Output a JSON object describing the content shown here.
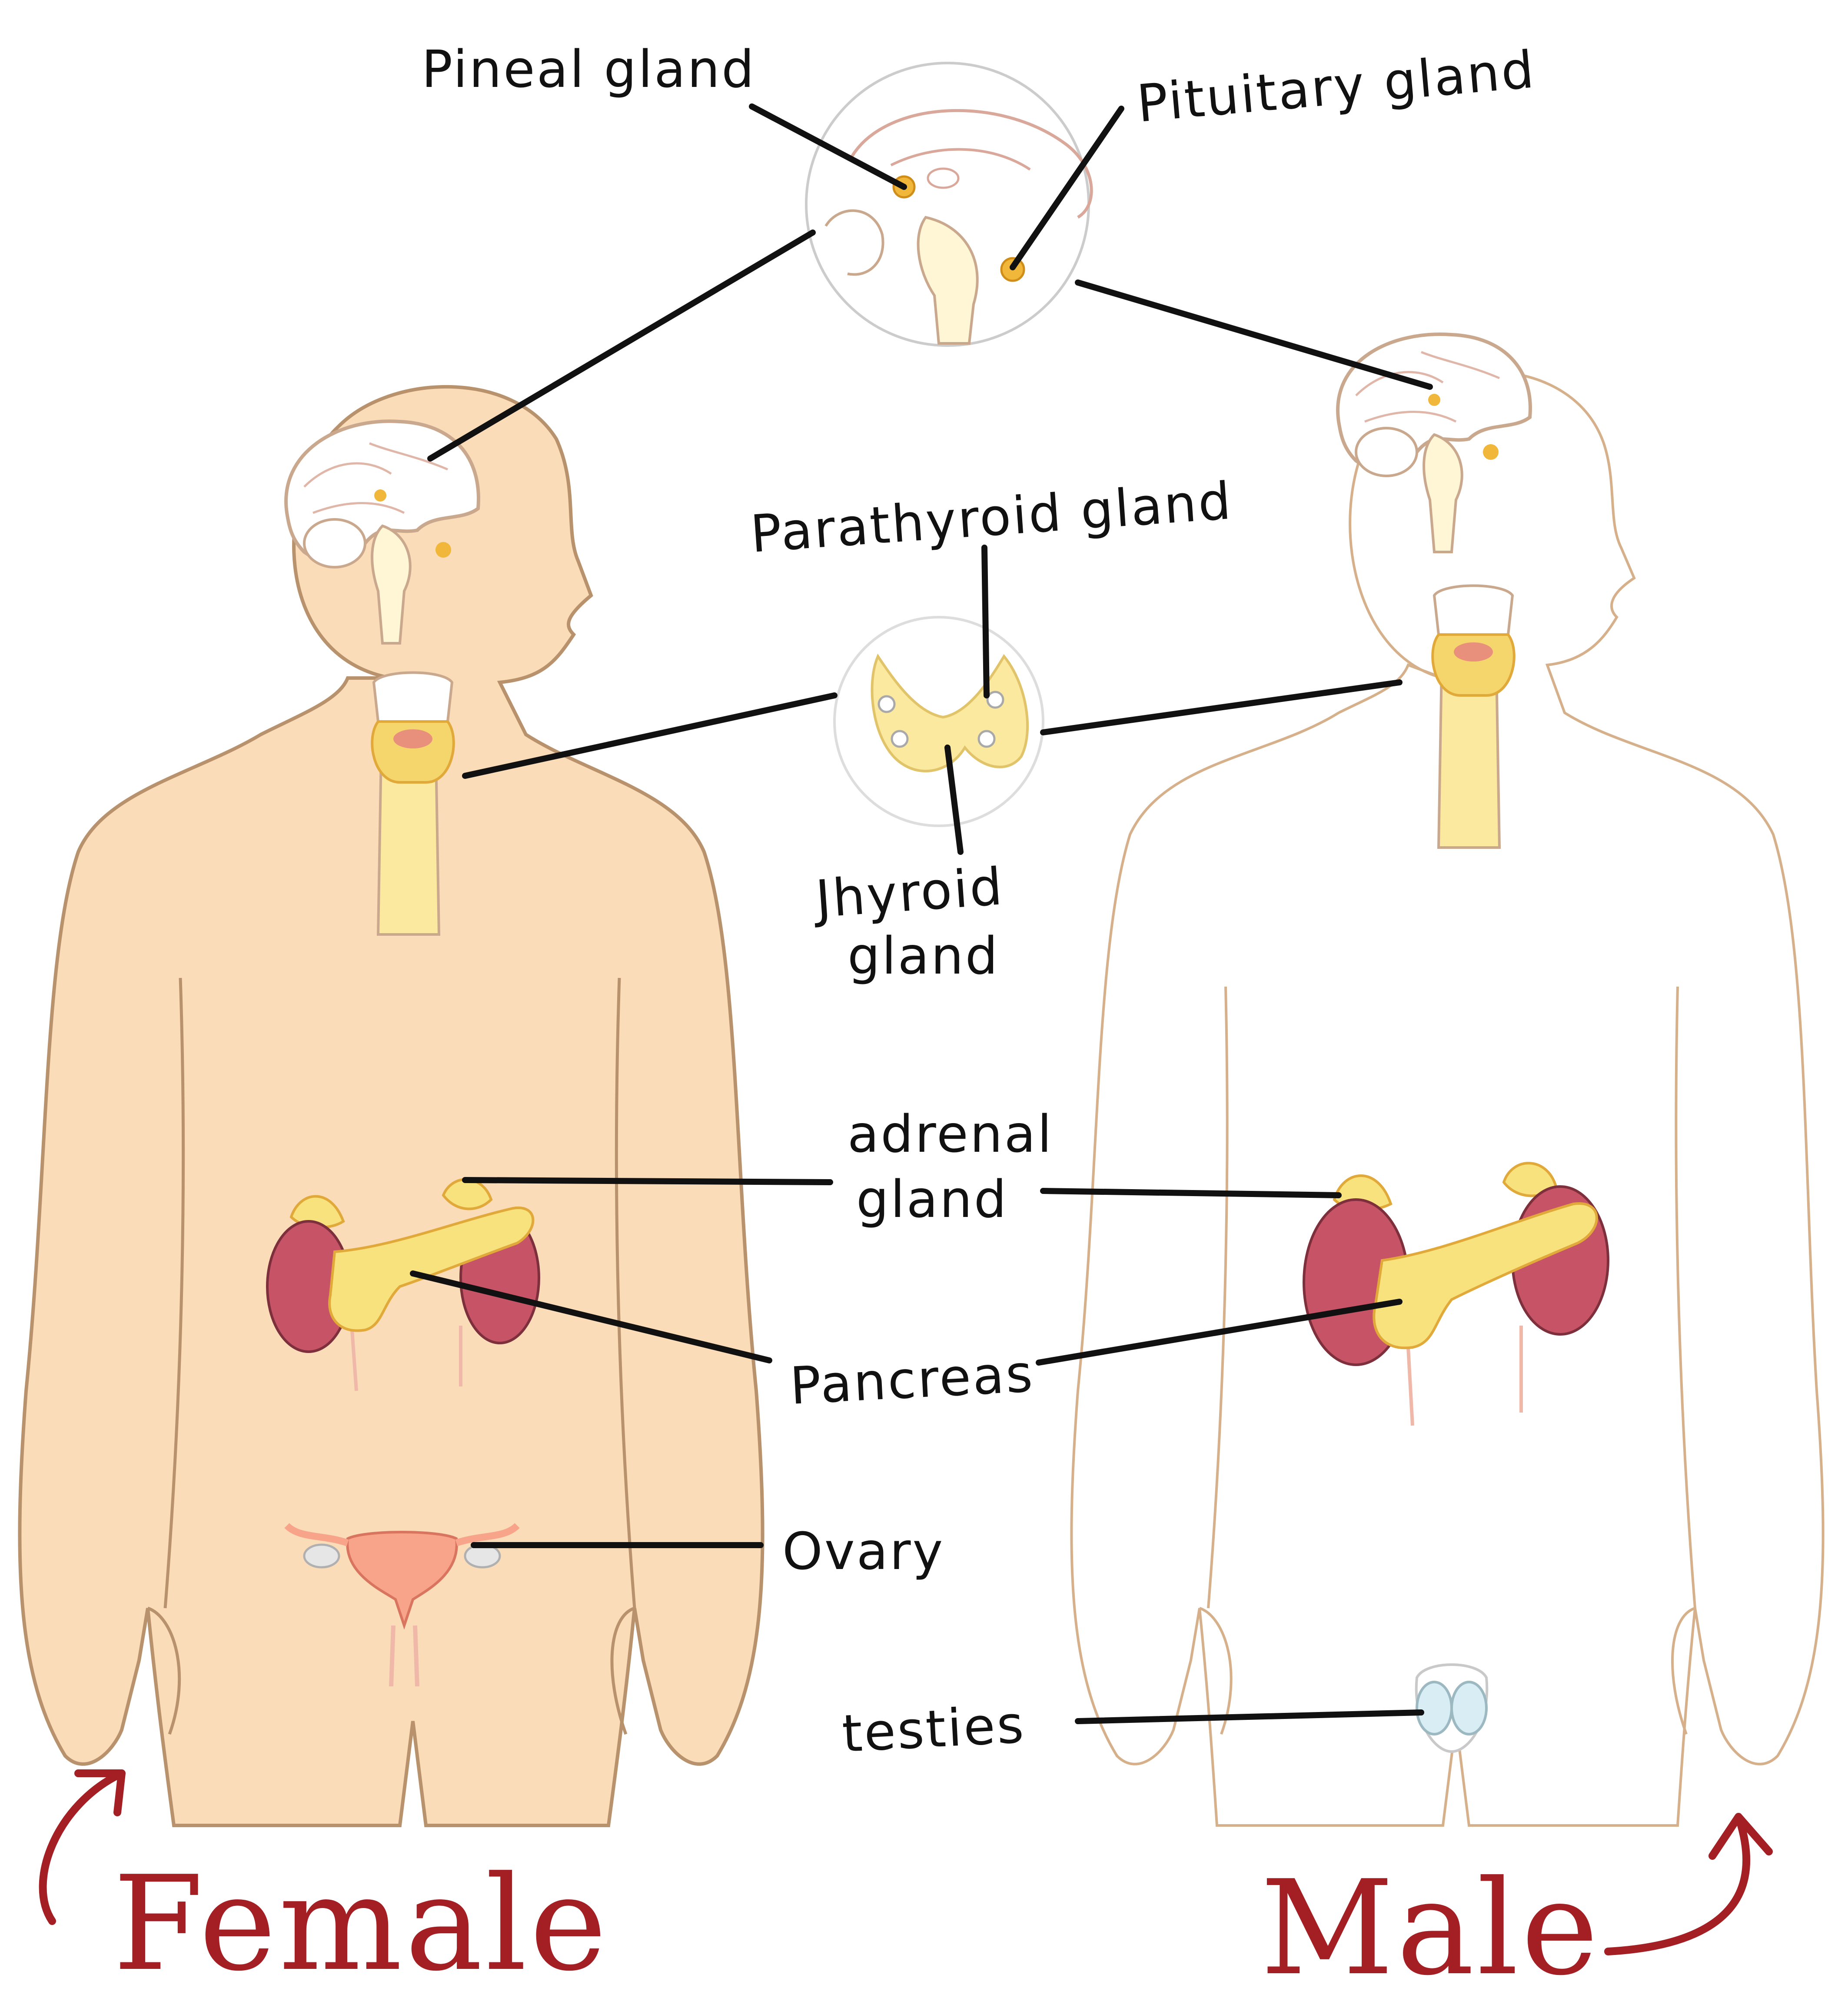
{
  "labels": {
    "pineal": "Pineal gland",
    "pituitary": "Pituitary gland",
    "parathyroid": "Parathyroid gland",
    "thyroid_line1": "Jhyroid",
    "thyroid_line2": "gland",
    "adrenal_line1": "adrenal",
    "adrenal_line2": "gland",
    "pancreas": "Pancreas",
    "ovary": "Ovary",
    "testes": "testies"
  },
  "figures": {
    "female": "Female",
    "male": "Male"
  },
  "colors": {
    "female_skin": "#fbdcb8",
    "body_outline": "#b8926c",
    "gland_yellow": "#f8e27e",
    "gland_orange": "#f1b73a",
    "kidney": "#c65466",
    "reproductive": "#f7a48a",
    "testes_blue": "#d9eef4",
    "annotation_red": "#a31f24",
    "leader_line": "#111111"
  }
}
